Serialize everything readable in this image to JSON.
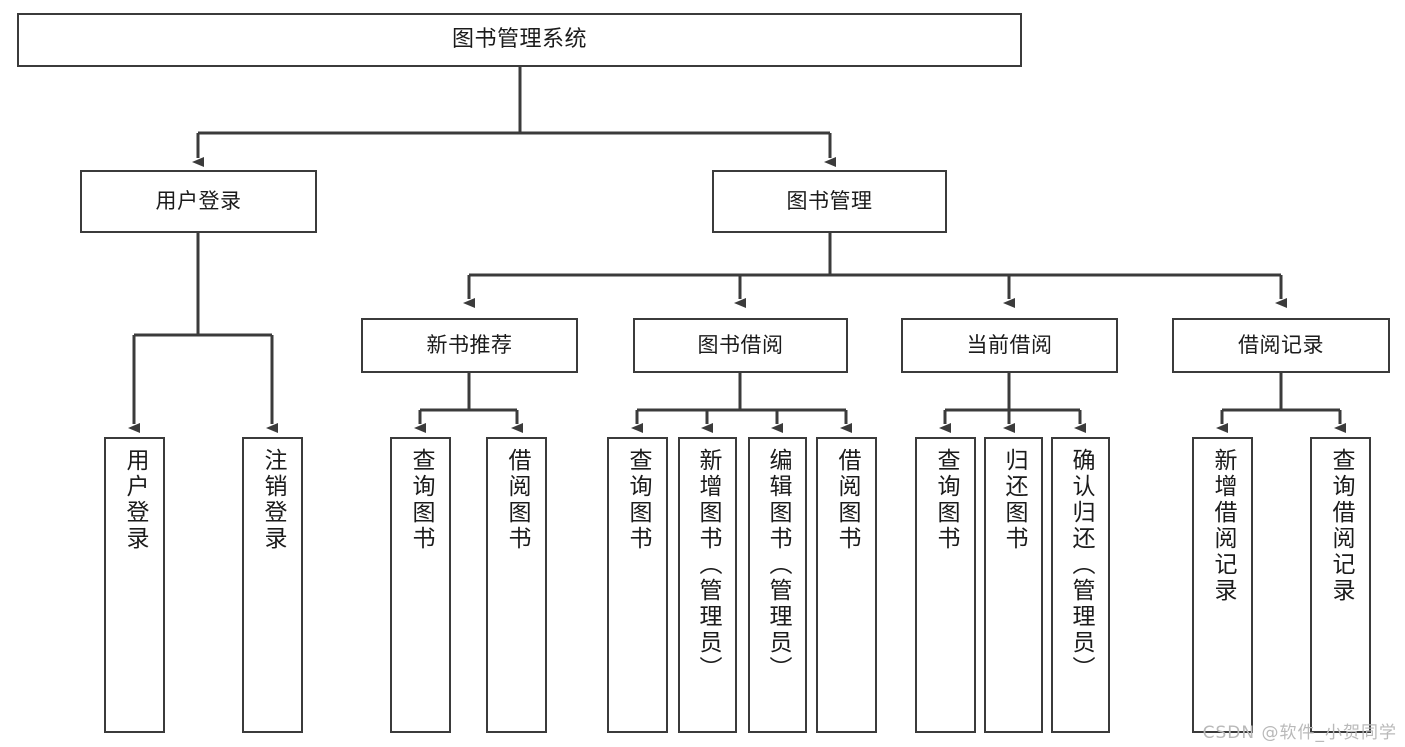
{
  "diagram": {
    "title": "图书管理系统",
    "type": "tree-hierarchy-diagram",
    "colors": {
      "stroke": "#3b3b3b",
      "fill": "#ffffff",
      "text": "#1b1b1b",
      "watermark": "#b9b9b9"
    },
    "root": {
      "id": "root",
      "label": "图书管理系统"
    },
    "level2": [
      {
        "id": "user-login",
        "label": "用户登录"
      },
      {
        "id": "book-manage",
        "label": "图书管理"
      }
    ],
    "level3": [
      {
        "id": "new-book-recommend",
        "label": "新书推荐"
      },
      {
        "id": "book-borrow",
        "label": "图书借阅"
      },
      {
        "id": "current-borrow",
        "label": "当前借阅"
      },
      {
        "id": "borrow-record",
        "label": "借阅记录"
      }
    ],
    "leaves": {
      "user-login": [
        {
          "id": "leaf-user-login",
          "label": "用户登录"
        },
        {
          "id": "leaf-logout-login",
          "label": "注销登录"
        }
      ],
      "new-book-recommend": [
        {
          "id": "leaf-query-book-1",
          "label": "查询图书"
        },
        {
          "id": "leaf-borrow-book-1",
          "label": "借阅图书"
        }
      ],
      "book-borrow": [
        {
          "id": "leaf-query-book-2",
          "label": "查询图书"
        },
        {
          "id": "leaf-add-book",
          "label": "新增图书（管理员）"
        },
        {
          "id": "leaf-edit-book",
          "label": "编辑图书（管理员）"
        },
        {
          "id": "leaf-borrow-book-2",
          "label": "借阅图书"
        }
      ],
      "current-borrow": [
        {
          "id": "leaf-query-book-3",
          "label": "查询图书"
        },
        {
          "id": "leaf-return-book",
          "label": "归还图书"
        },
        {
          "id": "leaf-confirm-return",
          "label": "确认归还（管理员）"
        }
      ],
      "borrow-record": [
        {
          "id": "leaf-add-record",
          "label": "新增借阅记录"
        },
        {
          "id": "leaf-query-record",
          "label": "查询借阅记录"
        }
      ]
    }
  },
  "watermark": {
    "text": "CSDN @软件_小贺同学"
  }
}
